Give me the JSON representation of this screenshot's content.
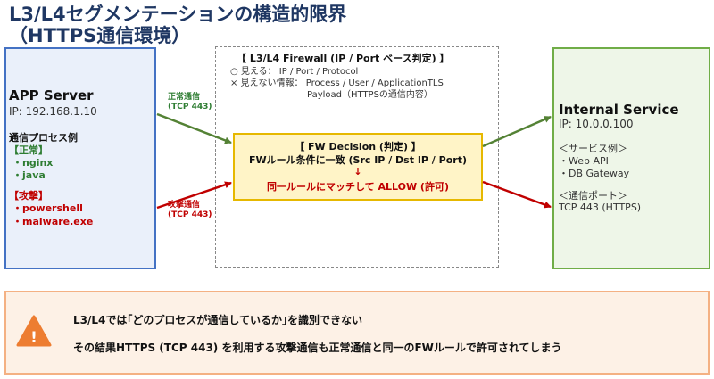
{
  "title": {
    "line1": "L3/L4セグメンテーションの構造的限界",
    "line2": "（HTTPS通信環境）"
  },
  "app_server": {
    "name": "APP Server",
    "ip": "IP: 192.168.1.10",
    "examples_label": "通信プロセス例",
    "normal_label": "【正常】",
    "normal_items": [
      "・nginx",
      "・java"
    ],
    "attack_label": "【攻撃】",
    "attack_items": [
      "・powershell",
      "・malware.exe"
    ]
  },
  "firewall": {
    "title": "【 L3/L4 Firewall (IP / Port ベース判定) 】",
    "visible": "○ 見える： IP / Port / Protocol",
    "invisible_1": "× 見えない情報： Process / User / ApplicationTLS",
    "invisible_2": "Payload（HTTPSの通信内容）",
    "decision_title": "【 FW Decision (判定) 】",
    "decision_rule": "FWルール条件に一致 (Src IP / Dst IP / Port)",
    "decision_arrow": "↓",
    "decision_result": "同一ルールにマッチして ALLOW (許可)"
  },
  "flows": {
    "normal_l1": "正常通信",
    "normal_l2": "(TCP 443)",
    "attack_l1": "攻撃通信",
    "attack_l2": "(TCP 443)"
  },
  "internal_service": {
    "name": "Internal Service",
    "ip": "IP: 10.0.0.100",
    "service_label": "＜サービス例＞",
    "services": [
      "・Web API",
      "・DB Gateway"
    ],
    "port_label": "＜通信ポート＞",
    "port": "TCP 443 (HTTPS)"
  },
  "warning": {
    "icon_glyph": "!",
    "line1": "L3/L4では｢どのプロセスが通信しているか｣を識別できない",
    "line2": "その結果HTTPS (TCP 443) を利用する攻撃通信も正常通信と同一のFWルールで許可されてしまう"
  },
  "colors": {
    "app_border": "#4472c4",
    "normal": "#2e7d32",
    "attack": "#c00000",
    "internal_border": "#70ad47",
    "decision_border": "#e6b800",
    "warning_accent": "#ed7d31"
  }
}
